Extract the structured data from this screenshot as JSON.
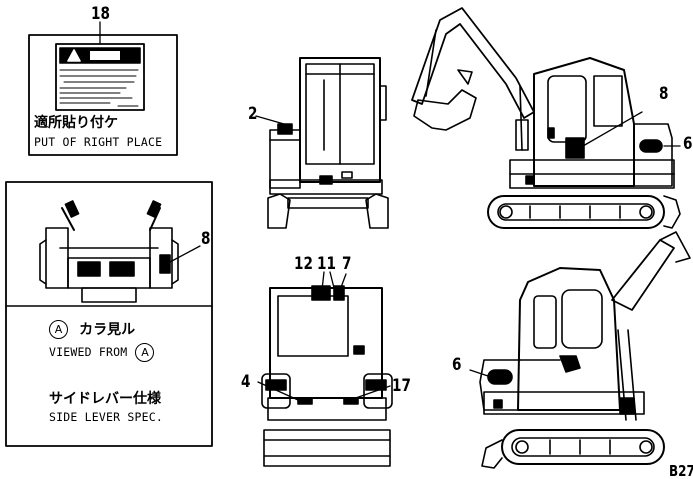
{
  "callouts": {
    "n18": "18",
    "n2": "2",
    "n8_panel": "8",
    "n8_side": "8",
    "n6_top": "6",
    "n6_bottom": "6",
    "n12": "12",
    "n11": "11",
    "n7": "7",
    "n4": "4",
    "n17": "17"
  },
  "label_box": {
    "line1": "適所貼り付ケ",
    "line2": "PUT OF RIGHT PLACE"
  },
  "side_lever_panel": {
    "circle_letter": "A",
    "view_jp": "カラ見ル",
    "view_en": "VIEWED FROM",
    "spec_jp": "サイドレバー仕様",
    "spec_en": "SIDE LEVER SPEC."
  },
  "figure_code": "B27"
}
